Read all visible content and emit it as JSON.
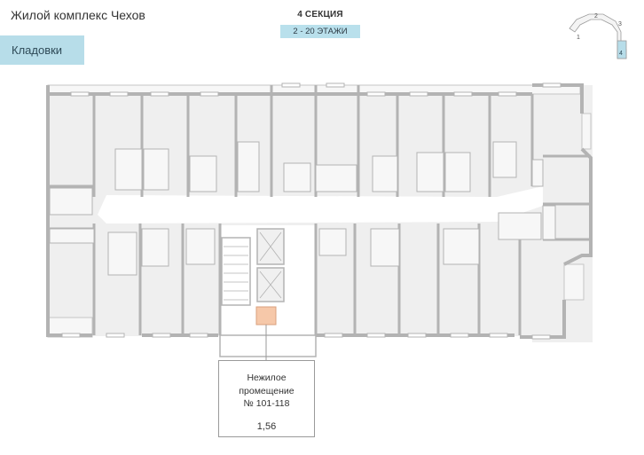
{
  "header": {
    "title": "Жилой комплекс Чехов",
    "section": "4 СЕКЦИЯ",
    "floors": "2 - 20 ЭТАЖИ"
  },
  "tab": {
    "label": "Кладовки"
  },
  "key_plan": {
    "sections": [
      "1",
      "2",
      "3",
      "4"
    ],
    "active": "4"
  },
  "callout": {
    "line1": "Нежилое",
    "line2": "промещение",
    "line3": "№ 101-118",
    "area": "1,56"
  },
  "colors": {
    "wall": "#b3b3b3",
    "room": "#efefef",
    "corridor": "#ffffff",
    "highlight": "#f6c8a9",
    "accent": "#b7dde9"
  }
}
